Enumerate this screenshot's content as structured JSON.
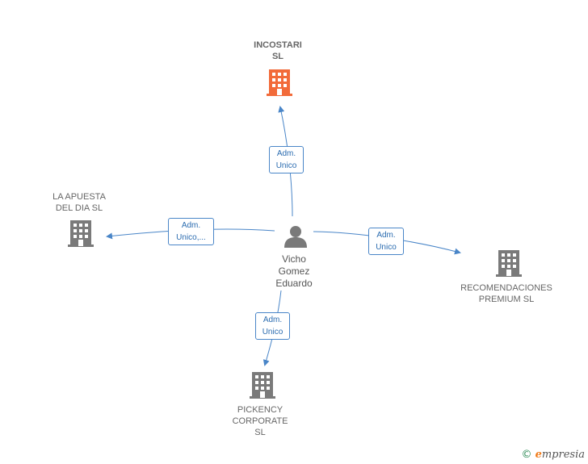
{
  "colors": {
    "main_company": "#f26b3a",
    "company": "#7a7a7a",
    "person": "#7a7a7a",
    "edge": "#4a86c8"
  },
  "person": {
    "name": "Vicho\nGomez\nEduardo",
    "icon": "person-icon"
  },
  "companies": {
    "incostari": {
      "name": "INCOSTARI\nSL",
      "icon": "building-icon"
    },
    "apuesta": {
      "name": "LA APUESTA\nDEL DIA  SL",
      "icon": "building-icon"
    },
    "recomendaciones": {
      "name": "RECOMENDACIONES\nPREMIUM  SL",
      "icon": "building-icon"
    },
    "pickency": {
      "name": "PICKENCY\nCORPORATE\nSL",
      "icon": "building-icon"
    }
  },
  "relations": {
    "incostari": "Adm.\nUnico",
    "apuesta": "Adm.\nUnico,...",
    "recomendaciones": "Adm.\nUnico",
    "pickency": "Adm.\nUnico"
  },
  "footer": {
    "copyright_symbol": "©",
    "brand_initial": "e",
    "brand_rest": "mpresia"
  }
}
